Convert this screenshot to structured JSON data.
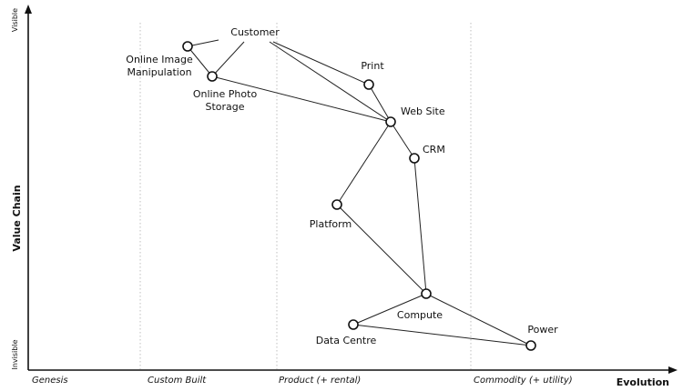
{
  "axes": {
    "y_title": "Value Chain",
    "y_top": "Visible",
    "y_bottom": "Invisible",
    "x_title": "Evolution"
  },
  "stages": [
    "Genesis",
    "Custom Built",
    "Product (+ rental)",
    "Commodity (+ utility)"
  ],
  "components": [
    {
      "id": "customer",
      "label_lines": [
        "Customer"
      ]
    },
    {
      "id": "online-image-manipulation",
      "label_lines": [
        "Online Image",
        "Manipulation"
      ]
    },
    {
      "id": "online-photo-storage",
      "label_lines": [
        "Online Photo",
        "Storage"
      ]
    },
    {
      "id": "print",
      "label_lines": [
        "Print"
      ]
    },
    {
      "id": "web-site",
      "label_lines": [
        "Web Site"
      ]
    },
    {
      "id": "crm",
      "label_lines": [
        "CRM"
      ]
    },
    {
      "id": "platform",
      "label_lines": [
        "Platform"
      ]
    },
    {
      "id": "compute",
      "label_lines": [
        "Compute"
      ]
    },
    {
      "id": "data-centre",
      "label_lines": [
        "Data Centre"
      ]
    },
    {
      "id": "power",
      "label_lines": [
        "Power"
      ]
    }
  ],
  "links": [
    [
      "customer",
      "online-image-manipulation"
    ],
    [
      "customer",
      "online-photo-storage"
    ],
    [
      "customer",
      "web-site"
    ],
    [
      "customer",
      "print"
    ],
    [
      "online-image-manipulation",
      "online-photo-storage"
    ],
    [
      "online-photo-storage",
      "web-site"
    ],
    [
      "print",
      "web-site"
    ],
    [
      "web-site",
      "crm"
    ],
    [
      "web-site",
      "platform"
    ],
    [
      "crm",
      "compute"
    ],
    [
      "platform",
      "compute"
    ],
    [
      "compute",
      "data-centre"
    ],
    [
      "compute",
      "power"
    ],
    [
      "data-centre",
      "power"
    ]
  ]
}
